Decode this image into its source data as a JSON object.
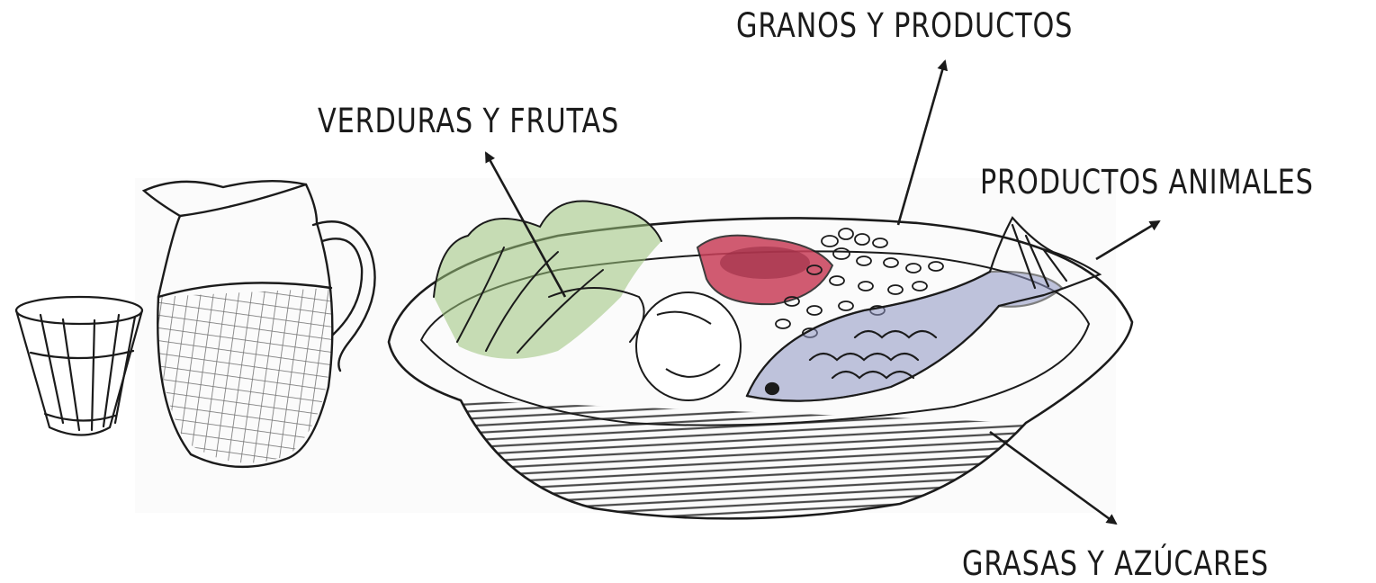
{
  "labels": {
    "granos": "GRANOS Y PRODUCTOS",
    "verduras": "VERDURAS Y FRUTAS",
    "animales": "PRODUCTOS ANIMALES",
    "grasas": "GRASAS Y AZÚCARES"
  },
  "colors": {
    "ink": "#1b1b1b",
    "leaf_green": "#9bc27a",
    "tomato_red": "#c9405a",
    "fish_blue": "#8e94c2"
  }
}
